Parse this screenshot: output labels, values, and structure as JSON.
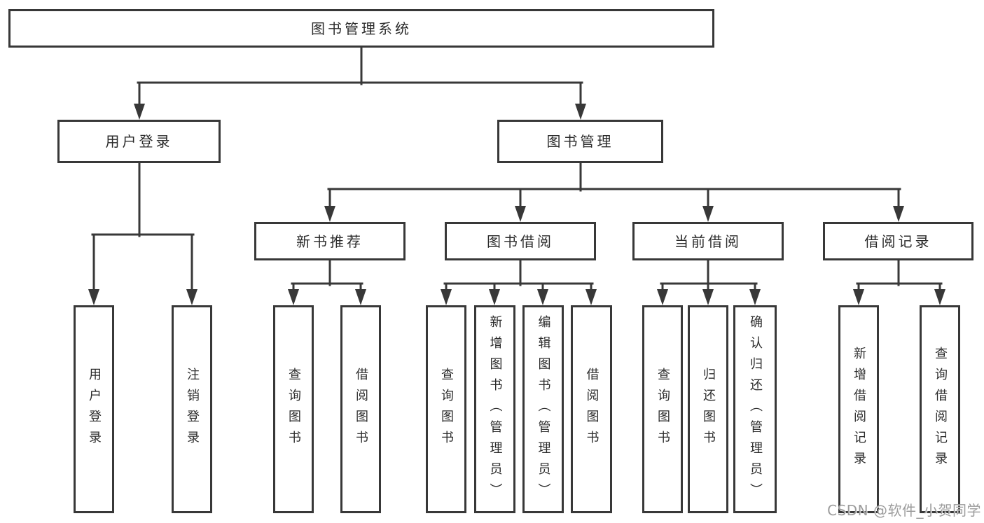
{
  "tree": {
    "label": "图书管理系统",
    "children": [
      {
        "label": "用户登录",
        "children": [
          {
            "label": "用户登录"
          },
          {
            "label": "注销登录"
          }
        ]
      },
      {
        "label": "图书管理",
        "children": [
          {
            "label": "新书推荐",
            "children": [
              {
                "label": "查询图书"
              },
              {
                "label": "借阅图书"
              }
            ]
          },
          {
            "label": "图书借阅",
            "children": [
              {
                "label": "查询图书"
              },
              {
                "label": "新增图书（管理员）"
              },
              {
                "label": "编辑图书（管理员）"
              },
              {
                "label": "借阅图书"
              }
            ]
          },
          {
            "label": "当前借阅",
            "children": [
              {
                "label": "查询图书"
              },
              {
                "label": "归还图书"
              },
              {
                "label": "确认归还（管理员）"
              }
            ]
          },
          {
            "label": "借阅记录",
            "children": [
              {
                "label": "新增借阅记录"
              },
              {
                "label": "查询借阅记录"
              }
            ]
          }
        ]
      }
    ]
  },
  "watermark": "CSDN @软件_小贺同学",
  "colors": {
    "line": "#383838",
    "box_border": "#383838",
    "text": "#2b2b2b",
    "watermark": "#9c9c9c",
    "background": "#ffffff"
  }
}
